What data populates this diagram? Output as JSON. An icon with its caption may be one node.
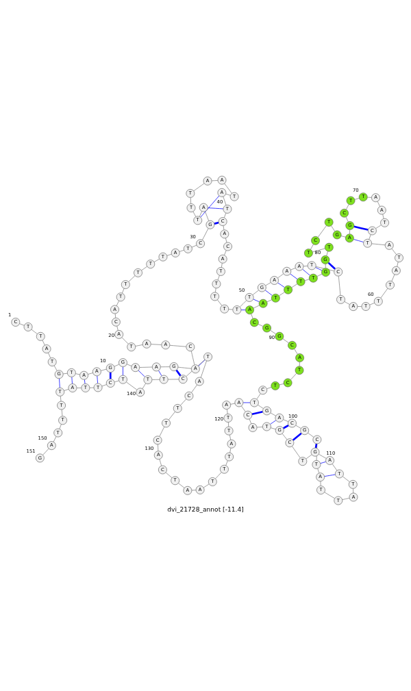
{
  "diagram": {
    "caption": "dvi_21728_annot [-11.4]",
    "nodes": [
      {
        "text": [
          "C"
        ],
        "beside": [
          "1"
        ]
      },
      {
        "text": [
          "T"
        ]
      },
      {
        "text": [
          "T"
        ]
      },
      {
        "text": [
          "A"
        ]
      },
      {
        "text": [
          "T"
        ]
      },
      {
        "text": [
          "G"
        ]
      },
      {
        "text": [
          "T"
        ]
      },
      {
        "text": [
          "A"
        ]
      },
      {
        "text": [
          "A"
        ]
      },
      {
        "text": [
          "G"
        ],
        "beside": [
          "10"
        ]
      },
      {
        "text": [
          "G"
        ]
      },
      {
        "text": [
          "A"
        ]
      },
      {
        "text": [
          "A"
        ]
      },
      {
        "text": [
          "G"
        ]
      },
      {
        "text": [
          "A"
        ]
      },
      {
        "text": [
          "C"
        ]
      },
      {
        "text": [
          "A"
        ]
      },
      {
        "text": [
          "A"
        ]
      },
      {
        "text": [
          "T"
        ]
      },
      {
        "text": [
          "A"
        ],
        "beside": [
          "20"
        ]
      },
      {
        "text": [
          "C"
        ]
      },
      {
        "text": [
          "A"
        ]
      },
      {
        "text": [
          "T"
        ]
      },
      {
        "text": [
          "T"
        ]
      },
      {
        "text": [
          "T"
        ]
      },
      {
        "text": [
          "T"
        ]
      },
      {
        "text": [
          "T"
        ]
      },
      {
        "text": [
          "A"
        ]
      },
      {
        "text": [
          "T"
        ]
      },
      {
        "text": [
          "C"
        ],
        "beside": [
          "30"
        ]
      },
      {
        "text": [
          "G"
        ]
      },
      {
        "text": [
          "A"
        ]
      },
      {
        "text": [
          "T"
        ]
      },
      {
        "text": [
          "T"
        ]
      },
      {
        "text": [
          "T"
        ]
      },
      {
        "text": [
          "A"
        ]
      },
      {
        "text": [
          "A"
        ]
      },
      {
        "text": [
          "T"
        ]
      },
      {
        "text": [
          "A"
        ]
      },
      {
        "text": [
          "T"
        ],
        "beside": [
          "40"
        ]
      },
      {
        "text": [
          "C"
        ]
      },
      {
        "text": [
          "A"
        ]
      },
      {
        "text": [
          "C"
        ]
      },
      {
        "text": [
          "A"
        ]
      },
      {
        "text": [
          "T"
        ]
      },
      {
        "text": [
          "T"
        ]
      },
      {
        "text": [
          "T"
        ]
      },
      {
        "text": [
          "T"
        ]
      },
      {
        "text": [
          "T"
        ]
      },
      {
        "text": [
          "T"
        ],
        "beside": [
          "50"
        ]
      },
      {
        "text": [
          "G"
        ]
      },
      {
        "text": [
          "A"
        ]
      },
      {
        "text": [
          "A"
        ]
      },
      {
        "text": [
          "A"
        ]
      },
      {
        "text": [
          "T"
        ]
      },
      {
        "text": [
          "C"
        ]
      },
      {
        "text": [
          "T"
        ]
      },
      {
        "text": [
          "A"
        ]
      },
      {
        "text": [
          "T"
        ]
      },
      {
        "text": [
          "T"
        ],
        "beside": [
          "60"
        ]
      },
      {
        "text": [
          "T"
        ]
      },
      {
        "text": [
          "A"
        ]
      },
      {
        "text": [
          "T"
        ]
      },
      {
        "text": [
          "A"
        ]
      },
      {
        "text": [
          "T"
        ]
      },
      {
        "text": [
          "C"
        ]
      },
      {
        "text": [
          "T"
        ]
      },
      {
        "text": [
          "A"
        ]
      },
      {
        "text": [
          "A"
        ]
      },
      {
        "text": [
          "T"
        ],
        "beside": [
          "70"
        ]
      },
      {
        "text": [
          "T"
        ]
      },
      {
        "text": [
          "C"
        ]
      },
      {
        "text": [
          "G"
        ]
      },
      {
        "text": [
          "A"
        ]
      },
      {
        "text": [
          "G"
        ]
      },
      {
        "text": [
          "T"
        ]
      },
      {
        "text": [
          "C"
        ]
      },
      {
        "text": [
          "T"
        ]
      },
      {
        "text": [
          "T"
        ]
      },
      {
        "text": [
          "G"
        ],
        "beside": [
          "80"
        ]
      },
      {
        "text": [
          "G"
        ]
      },
      {
        "text": [
          "T"
        ]
      },
      {
        "text": [
          "T"
        ]
      },
      {
        "text": [
          "T"
        ]
      },
      {
        "text": [
          "T"
        ]
      },
      {
        "text": [
          "A"
        ]
      },
      {
        "text": [
          "A"
        ]
      },
      {
        "text": [
          "C"
        ]
      },
      {
        "text": [
          "G"
        ]
      },
      {
        "text": [
          "G"
        ],
        "beside": [
          "90"
        ]
      },
      {
        "text": [
          "C"
        ]
      },
      {
        "text": [
          "A"
        ]
      },
      {
        "text": [
          "T"
        ]
      },
      {
        "text": [
          "C"
        ]
      },
      {
        "text": [
          "T"
        ]
      },
      {
        "text": [
          "C"
        ]
      },
      {
        "text": [
          "T"
        ]
      },
      {
        "text": [
          "G"
        ]
      },
      {
        "text": [
          "A"
        ]
      },
      {
        "text": [
          "C"
        ],
        "beside": [
          "100"
        ]
      },
      {
        "text": [
          "G"
        ]
      },
      {
        "text": [
          "C"
        ]
      },
      {
        "text": [
          "T"
        ]
      },
      {
        "text": [
          "A"
        ]
      },
      {
        "text": [
          "T"
        ]
      },
      {
        "text": [
          "T"
        ]
      },
      {
        "text": [
          "A"
        ]
      },
      {
        "text": [
          "T"
        ]
      },
      {
        "text": [
          "T"
        ]
      },
      {
        "text": [
          "A"
        ],
        "beside": [
          "110"
        ]
      },
      {
        "text": [
          "G"
        ]
      },
      {
        "text": [
          "T"
        ]
      },
      {
        "text": [
          "C"
        ]
      },
      {
        "text": [
          "G"
        ]
      },
      {
        "text": [
          "T"
        ]
      },
      {
        "text": [
          "A"
        ]
      },
      {
        "text": [
          "C"
        ]
      },
      {
        "text": [
          "A"
        ]
      },
      {
        "text": [
          "A"
        ]
      },
      {
        "text": [
          "T"
        ],
        "beside": [
          "120"
        ]
      },
      {
        "text": [
          "T"
        ]
      },
      {
        "text": [
          "A"
        ]
      },
      {
        "text": [
          "T"
        ]
      },
      {
        "text": [
          "T"
        ]
      },
      {
        "text": [
          "T"
        ]
      },
      {
        "text": [
          "A"
        ]
      },
      {
        "text": [
          "A"
        ]
      },
      {
        "text": [
          "T"
        ]
      },
      {
        "text": [
          "C"
        ]
      },
      {
        "text": [
          "A"
        ],
        "beside": [
          "130"
        ]
      },
      {
        "text": [
          "C"
        ]
      },
      {
        "text": [
          "T"
        ]
      },
      {
        "text": [
          "T"
        ]
      },
      {
        "text": [
          "C"
        ]
      },
      {
        "text": [
          "A"
        ]
      },
      {
        "text": [
          "T"
        ]
      },
      {
        "text": [
          "C"
        ]
      },
      {
        "text": [
          "T"
        ]
      },
      {
        "text": [
          "T"
        ]
      },
      {
        "text": [
          "A"
        ],
        "beside": [
          "140"
        ]
      },
      {
        "text": [
          "T"
        ]
      },
      {
        "text": [
          "C"
        ]
      },
      {
        "text": [
          "T"
        ]
      },
      {
        "text": [
          "T"
        ]
      },
      {
        "text": [
          "A"
        ]
      },
      {
        "text": [
          "T"
        ]
      },
      {
        "text": [
          "T"
        ]
      },
      {
        "text": [
          "T"
        ]
      },
      {
        "text": [
          "T"
        ]
      },
      {
        "text": [
          "A"
        ],
        "beside": [
          "150"
        ]
      },
      {
        "text": [
          "G"
        ],
        "beside": [
          "151"
        ]
      }
    ],
    "edges": [
      {
        "from": 0,
        "to": 1,
        "arrow": "none"
      },
      {
        "from": 1,
        "to": 2,
        "arrow": "none"
      },
      {
        "from": 2,
        "to": 3,
        "arrow": "none"
      },
      {
        "from": 3,
        "to": 4,
        "arrow": "none"
      },
      {
        "from": 4,
        "to": 5,
        "arrow": "none"
      },
      {
        "from": 5,
        "to": 6,
        "arrow": "none"
      },
      {
        "from": 6,
        "to": 7,
        "arrow": "none"
      },
      {
        "from": 7,
        "to": 8,
        "arrow": "none"
      },
      {
        "from": 8,
        "to": 9,
        "arrow": "none"
      },
      {
        "from": 9,
        "to": 10,
        "arrow": "none"
      },
      {
        "from": 10,
        "to": 11,
        "arrow": "none"
      },
      {
        "from": 11,
        "to": 12,
        "arrow": "none"
      },
      {
        "from": 12,
        "to": 13,
        "arrow": "none"
      },
      {
        "from": 13,
        "to": 14,
        "arrow": "none"
      },
      {
        "from": 14,
        "to": 15,
        "arrow": "none"
      },
      {
        "from": 15,
        "to": 16,
        "arrow": "none"
      },
      {
        "from": 16,
        "to": 17,
        "arrow": "none"
      },
      {
        "from": 17,
        "to": 18,
        "arrow": "none"
      },
      {
        "from": 18,
        "to": 19,
        "arrow": "none"
      },
      {
        "from": 19,
        "to": 20,
        "arrow": "none"
      },
      {
        "from": 20,
        "to": 21,
        "arrow": "none"
      },
      {
        "from": 21,
        "to": 22,
        "arrow": "none"
      },
      {
        "from": 22,
        "to": 23,
        "arrow": "none"
      },
      {
        "from": 23,
        "to": 24,
        "arrow": "none"
      },
      {
        "from": 24,
        "to": 25,
        "arrow": "none"
      },
      {
        "from": 25,
        "to": 26,
        "arrow": "none"
      },
      {
        "from": 26,
        "to": 27,
        "arrow": "none"
      },
      {
        "from": 27,
        "to": 28,
        "arrow": "none"
      },
      {
        "from": 28,
        "to": 29,
        "arrow": "none"
      },
      {
        "from": 29,
        "to": 30,
        "arrow": "none"
      },
      {
        "from": 30,
        "to": 31,
        "arrow": "none"
      },
      {
        "from": 31,
        "to": 32,
        "arrow": "none"
      },
      {
        "from": 32,
        "to": 33,
        "arrow": "none"
      },
      {
        "from": 33,
        "to": 34,
        "arrow": "none"
      },
      {
        "from": 34,
        "to": 35,
        "arrow": "none"
      },
      {
        "from": 35,
        "to": 36,
        "arrow": "none"
      },
      {
        "from": 36,
        "to": 37,
        "arrow": "none"
      },
      {
        "from": 37,
        "to": 38,
        "arrow": "none"
      },
      {
        "from": 38,
        "to": 39,
        "arrow": "none"
      },
      {
        "from": 39,
        "to": 40,
        "arrow": "none"
      },
      {
        "from": 40,
        "to": 41,
        "arrow": "none"
      },
      {
        "from": 41,
        "to": 42,
        "arrow": "none"
      },
      {
        "from": 42,
        "to": 43,
        "arrow": "none"
      },
      {
        "from": 43,
        "to": 44,
        "arrow": "none"
      },
      {
        "from": 44,
        "to": 45,
        "arrow": "none"
      },
      {
        "from": 45,
        "to": 46,
        "arrow": "none"
      },
      {
        "from": 46,
        "to": 47,
        "arrow": "none"
      },
      {
        "from": 47,
        "to": 48,
        "arrow": "none"
      },
      {
        "from": 48,
        "to": 49,
        "arrow": "none"
      },
      {
        "from": 49,
        "to": 50,
        "arrow": "none"
      },
      {
        "from": 50,
        "to": 51,
        "arrow": "none"
      },
      {
        "from": 51,
        "to": 52,
        "arrow": "none"
      },
      {
        "from": 52,
        "to": 53,
        "arrow": "none"
      },
      {
        "from": 53,
        "to": 54,
        "arrow": "none"
      },
      {
        "from": 54,
        "to": 55,
        "arrow": "none"
      },
      {
        "from": 55,
        "to": 56,
        "arrow": "none"
      },
      {
        "from": 56,
        "to": 57,
        "arrow": "none"
      },
      {
        "from": 57,
        "to": 58,
        "arrow": "none"
      },
      {
        "from": 58,
        "to": 59,
        "arrow": "none"
      },
      {
        "from": 59,
        "to": 60,
        "arrow": "none"
      },
      {
        "from": 60,
        "to": 61,
        "arrow": "none"
      },
      {
        "from": 61,
        "to": 62,
        "arrow": "none"
      },
      {
        "from": 62,
        "to": 63,
        "arrow": "none"
      },
      {
        "from": 63,
        "to": 64,
        "arrow": "none"
      },
      {
        "from": 64,
        "to": 65,
        "arrow": "none"
      },
      {
        "from": 65,
        "to": 66,
        "arrow": "none"
      },
      {
        "from": 66,
        "to": 67,
        "arrow": "none"
      },
      {
        "from": 67,
        "to": 68,
        "arrow": "none"
      },
      {
        "from": 68,
        "to": 69,
        "arrow": "none"
      },
      {
        "from": 69,
        "to": 70,
        "arrow": "none"
      },
      {
        "from": 70,
        "to": 71,
        "arrow": "none"
      },
      {
        "from": 71,
        "to": 72,
        "arrow": "none"
      },
      {
        "from": 72,
        "to": 73,
        "arrow": "none"
      },
      {
        "from": 73,
        "to": 74,
        "arrow": "none"
      },
      {
        "from": 74,
        "to": 75,
        "arrow": "none"
      },
      {
        "from": 75,
        "to": 76,
        "arrow": "none"
      },
      {
        "from": 76,
        "to": 77,
        "arrow": "none"
      },
      {
        "from": 77,
        "to": 78,
        "arrow": "none"
      },
      {
        "from": 78,
        "to": 79,
        "arrow": "none"
      },
      {
        "from": 79,
        "to": 80,
        "arrow": "none"
      },
      {
        "from": 80,
        "to": 81,
        "arrow": "none"
      },
      {
        "from": 81,
        "to": 82,
        "arrow": "none"
      },
      {
        "from": 82,
        "to": 83,
        "arrow": "none"
      },
      {
        "from": 83,
        "to": 84,
        "arrow": "none"
      },
      {
        "from": 84,
        "to": 85,
        "arrow": "none"
      },
      {
        "from": 85,
        "to": 86,
        "arrow": "none"
      },
      {
        "from": 86,
        "to": 87,
        "arrow": "none"
      },
      {
        "from": 87,
        "to": 88,
        "arrow": "none"
      },
      {
        "from": 88,
        "to": 89,
        "arrow": "none"
      },
      {
        "from": 89,
        "to": 90,
        "arrow": "none"
      },
      {
        "from": 90,
        "to": 91,
        "arrow": "none"
      },
      {
        "from": 91,
        "to": 92,
        "arrow": "none"
      },
      {
        "from": 92,
        "to": 93,
        "arrow": "none"
      },
      {
        "from": 93,
        "to": 94,
        "arrow": "none"
      },
      {
        "from": 94,
        "to": 95,
        "arrow": "none"
      },
      {
        "from": 95,
        "to": 96,
        "arrow": "none"
      },
      {
        "from": 96,
        "to": 97,
        "arrow": "none"
      },
      {
        "from": 97,
        "to": 98,
        "arrow": "none"
      },
      {
        "from": 98,
        "to": 99,
        "arrow": "none"
      },
      {
        "from": 99,
        "to": 100,
        "arrow": "none"
      },
      {
        "from": 100,
        "to": 101,
        "arrow": "none"
      },
      {
        "from": 101,
        "to": 102,
        "arrow": "none"
      },
      {
        "from": 102,
        "to": 103,
        "arrow": "none"
      },
      {
        "from": 103,
        "to": 104,
        "arrow": "none"
      },
      {
        "from": 104,
        "to": 105,
        "arrow": "none"
      },
      {
        "from": 105,
        "to": 106,
        "arrow": "none"
      },
      {
        "from": 106,
        "to": 107,
        "arrow": "none"
      },
      {
        "from": 107,
        "to": 108,
        "arrow": "none"
      },
      {
        "from": 108,
        "to": 109,
        "arrow": "none"
      },
      {
        "from": 109,
        "to": 110,
        "arrow": "none"
      },
      {
        "from": 110,
        "to": 111,
        "arrow": "none"
      },
      {
        "from": 111,
        "to": 112,
        "arrow": "none"
      },
      {
        "from": 112,
        "to": 113,
        "arrow": "none"
      },
      {
        "from": 113,
        "to": 114,
        "arrow": "none"
      },
      {
        "from": 114,
        "to": 115,
        "arrow": "none"
      },
      {
        "from": 115,
        "to": 116,
        "arrow": "none"
      },
      {
        "from": 116,
        "to": 117,
        "arrow": "none"
      },
      {
        "from": 117,
        "to": 118,
        "arrow": "none"
      },
      {
        "from": 118,
        "to": 119,
        "arrow": "none"
      },
      {
        "from": 119,
        "to": 120,
        "arrow": "none"
      },
      {
        "from": 120,
        "to": 121,
        "arrow": "none"
      },
      {
        "from": 121,
        "to": 122,
        "arrow": "none"
      },
      {
        "from": 122,
        "to": 123,
        "arrow": "none"
      },
      {
        "from": 123,
        "to": 124,
        "arrow": "none"
      },
      {
        "from": 124,
        "to": 125,
        "arrow": "none"
      },
      {
        "from": 125,
        "to": 126,
        "arrow": "none"
      },
      {
        "from": 126,
        "to": 127,
        "arrow": "none"
      },
      {
        "from": 127,
        "to": 128,
        "arrow": "none"
      },
      {
        "from": 128,
        "to": 129,
        "arrow": "none"
      },
      {
        "from": 129,
        "to": 130,
        "arrow": "none"
      },
      {
        "from": 130,
        "to": 131,
        "arrow": "none"
      },
      {
        "from": 131,
        "to": 132,
        "arrow": "none"
      },
      {
        "from": 132,
        "to": 133,
        "arrow": "none"
      },
      {
        "from": 133,
        "to": 134,
        "arrow": "none"
      },
      {
        "from": 134,
        "to": 135,
        "arrow": "none"
      },
      {
        "from": 135,
        "to": 136,
        "arrow": "none"
      },
      {
        "from": 136,
        "to": 137,
        "arrow": "none"
      },
      {
        "from": 137,
        "to": 138,
        "arrow": "none"
      },
      {
        "from": 138,
        "to": 139,
        "arrow": "none"
      },
      {
        "from": 139,
        "to": 140,
        "arrow": "none"
      },
      {
        "from": 140,
        "to": 141,
        "arrow": "none"
      },
      {
        "from": 141,
        "to": 142,
        "arrow": "none"
      },
      {
        "from": 142,
        "to": 143,
        "arrow": "none"
      },
      {
        "from": 143,
        "to": 144,
        "arrow": "none"
      },
      {
        "from": 144,
        "to": 145,
        "arrow": "none"
      },
      {
        "from": 145,
        "to": 146,
        "arrow": "none"
      },
      {
        "from": 146,
        "to": 147,
        "arrow": "none"
      },
      {
        "from": 147,
        "to": 148,
        "arrow": "none"
      },
      {
        "from": 148,
        "to": 149,
        "arrow": "none"
      },
      {
        "from": 149,
        "to": 150,
        "arrow": "none"
      },
      {
        "from": 5,
        "to": 145,
        "arrow": "none",
        "color": "#0000ff"
      },
      {
        "from": 6,
        "to": 144,
        "arrow": "none",
        "color": "#0000ff"
      },
      {
        "from": 7,
        "to": 143,
        "arrow": "none",
        "color": "#0000ff"
      },
      {
        "from": 8,
        "to": 142,
        "arrow": "none",
        "color": "#0000ff"
      },
      {
        "from": 9,
        "to": 141,
        "arrow": "none",
        "color": "#0000ff",
        "style": "thick"
      },
      {
        "from": 10,
        "to": 140,
        "arrow": "none",
        "color": "#0000ff"
      },
      {
        "from": 11,
        "to": 138,
        "arrow": "none",
        "color": "#0000ff"
      },
      {
        "from": 12,
        "to": 137,
        "arrow": "none",
        "color": "#0000ff"
      },
      {
        "from": 13,
        "to": 136,
        "arrow": "none",
        "color": "#0000ff",
        "style": "thick"
      },
      {
        "from": 14,
        "to": 135,
        "arrow": "none",
        "color": "#0000ff"
      },
      {
        "from": 30,
        "to": 40,
        "arrow": "none",
        "color": "#0000ff",
        "style": "thick"
      },
      {
        "from": 31,
        "to": 39,
        "arrow": "none",
        "color": "#0000ff"
      },
      {
        "from": 32,
        "to": 38,
        "arrow": "none",
        "color": "#0000ff"
      },
      {
        "from": 48,
        "to": 86,
        "arrow": "none",
        "color": "#0000ff"
      },
      {
        "from": 49,
        "to": 85,
        "arrow": "none",
        "color": "#0000ff"
      },
      {
        "from": 50,
        "to": 84,
        "arrow": "none",
        "color": "#0000ff"
      },
      {
        "from": 51,
        "to": 83,
        "arrow": "none",
        "color": "#0000ff"
      },
      {
        "from": 52,
        "to": 82,
        "arrow": "none",
        "color": "#0000ff"
      },
      {
        "from": 53,
        "to": 81,
        "arrow": "none",
        "color": "#0000ff"
      },
      {
        "from": 54,
        "to": 80,
        "arrow": "none",
        "color": "#0000ff"
      },
      {
        "from": 55,
        "to": 79,
        "arrow": "none",
        "color": "#0000ff",
        "style": "thick"
      },
      {
        "from": 64,
        "to": 73,
        "arrow": "none",
        "color": "#0000ff"
      },
      {
        "from": 65,
        "to": 72,
        "arrow": "none",
        "color": "#0000ff",
        "style": "thick"
      },
      {
        "from": 96,
        "to": 117,
        "arrow": "none",
        "color": "#0000ff"
      },
      {
        "from": 97,
        "to": 116,
        "arrow": "none",
        "color": "#0000ff",
        "style": "thick"
      },
      {
        "from": 98,
        "to": 114,
        "arrow": "none",
        "color": "#0000ff"
      },
      {
        "from": 99,
        "to": 113,
        "arrow": "none",
        "color": "#0000ff",
        "style": "thick"
      },
      {
        "from": 100,
        "to": 112,
        "arrow": "none",
        "color": "#0000ff",
        "style": "thick"
      },
      {
        "from": 101,
        "to": 110,
        "arrow": "none",
        "color": "#0000ff",
        "style": "thick"
      },
      {
        "from": 102,
        "to": 109,
        "arrow": "none",
        "color": "#0000ff"
      },
      {
        "from": 103,
        "to": 108,
        "arrow": "none",
        "color": "#0000ff"
      }
    ]
  }
}
